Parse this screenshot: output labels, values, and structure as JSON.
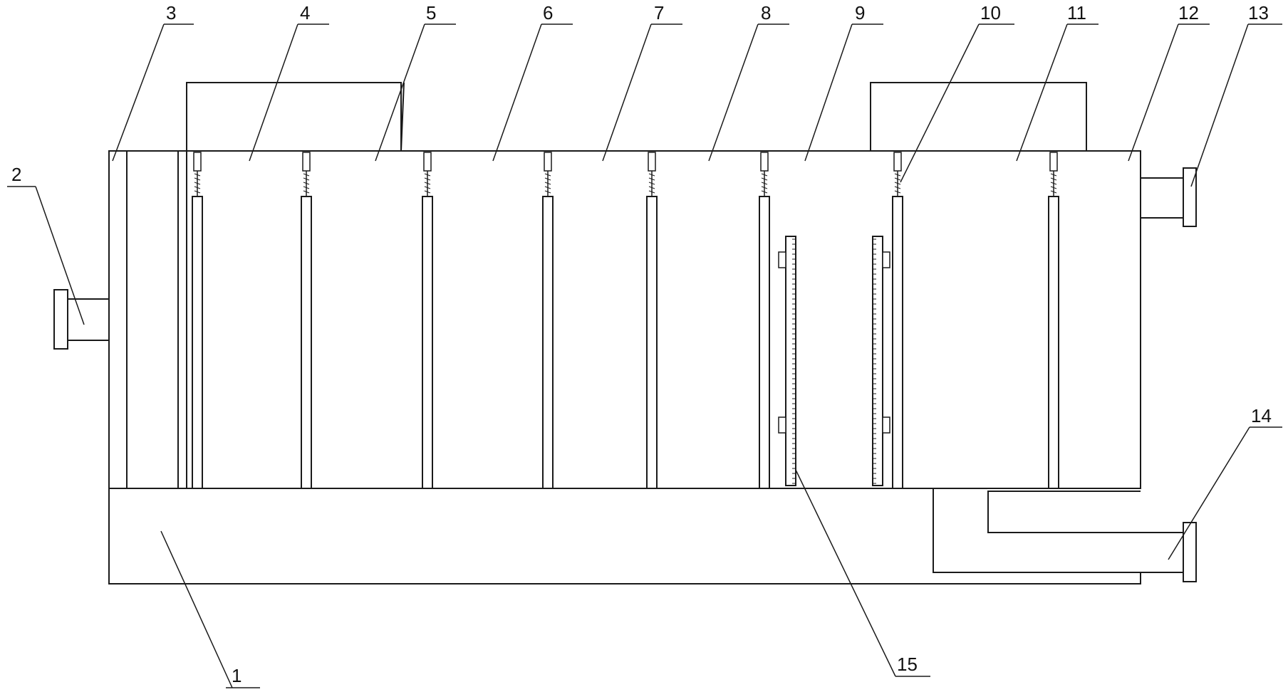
{
  "figure": {
    "callouts": [
      {
        "id": "1",
        "text": "1"
      },
      {
        "id": "2",
        "text": "2"
      },
      {
        "id": "3",
        "text": "3"
      },
      {
        "id": "4",
        "text": "4"
      },
      {
        "id": "5",
        "text": "5"
      },
      {
        "id": "6",
        "text": "6"
      },
      {
        "id": "7",
        "text": "7"
      },
      {
        "id": "8",
        "text": "8"
      },
      {
        "id": "9",
        "text": "9"
      },
      {
        "id": "10",
        "text": "10"
      },
      {
        "id": "11",
        "text": "11"
      },
      {
        "id": "12",
        "text": "12"
      },
      {
        "id": "13",
        "text": "13"
      },
      {
        "id": "14",
        "text": "14"
      },
      {
        "id": "15",
        "text": "15"
      }
    ]
  }
}
